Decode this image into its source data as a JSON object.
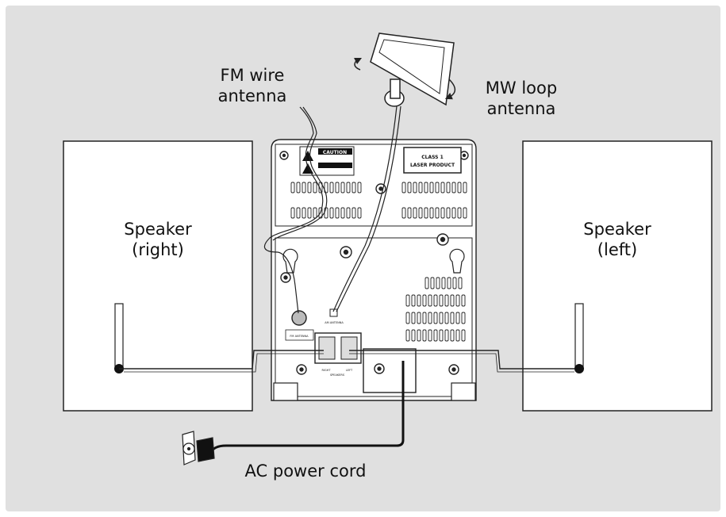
{
  "labels": {
    "fm_wire_antenna": "FM wire\nantenna",
    "mw_loop_antenna": "MW loop\nantenna",
    "speaker_right": "Speaker\n(right)",
    "speaker_left": "Speaker\n(left)",
    "ac_power_cord": "AC power cord"
  },
  "unit_labels": {
    "caution": "CAUTION",
    "class_1_line1": "CLASS 1",
    "class_1_line2": "LASER PRODUCT",
    "fm_antenna": "FM ANTENNA",
    "am_antenna": "AM ANTENNA",
    "right": "RIGHT",
    "left": "LEFT",
    "speakers": "SPEAKERS"
  },
  "colors": {
    "panel_background": "#e0e0e0",
    "line": "#222222",
    "speaker_fill": "#ffffff"
  }
}
